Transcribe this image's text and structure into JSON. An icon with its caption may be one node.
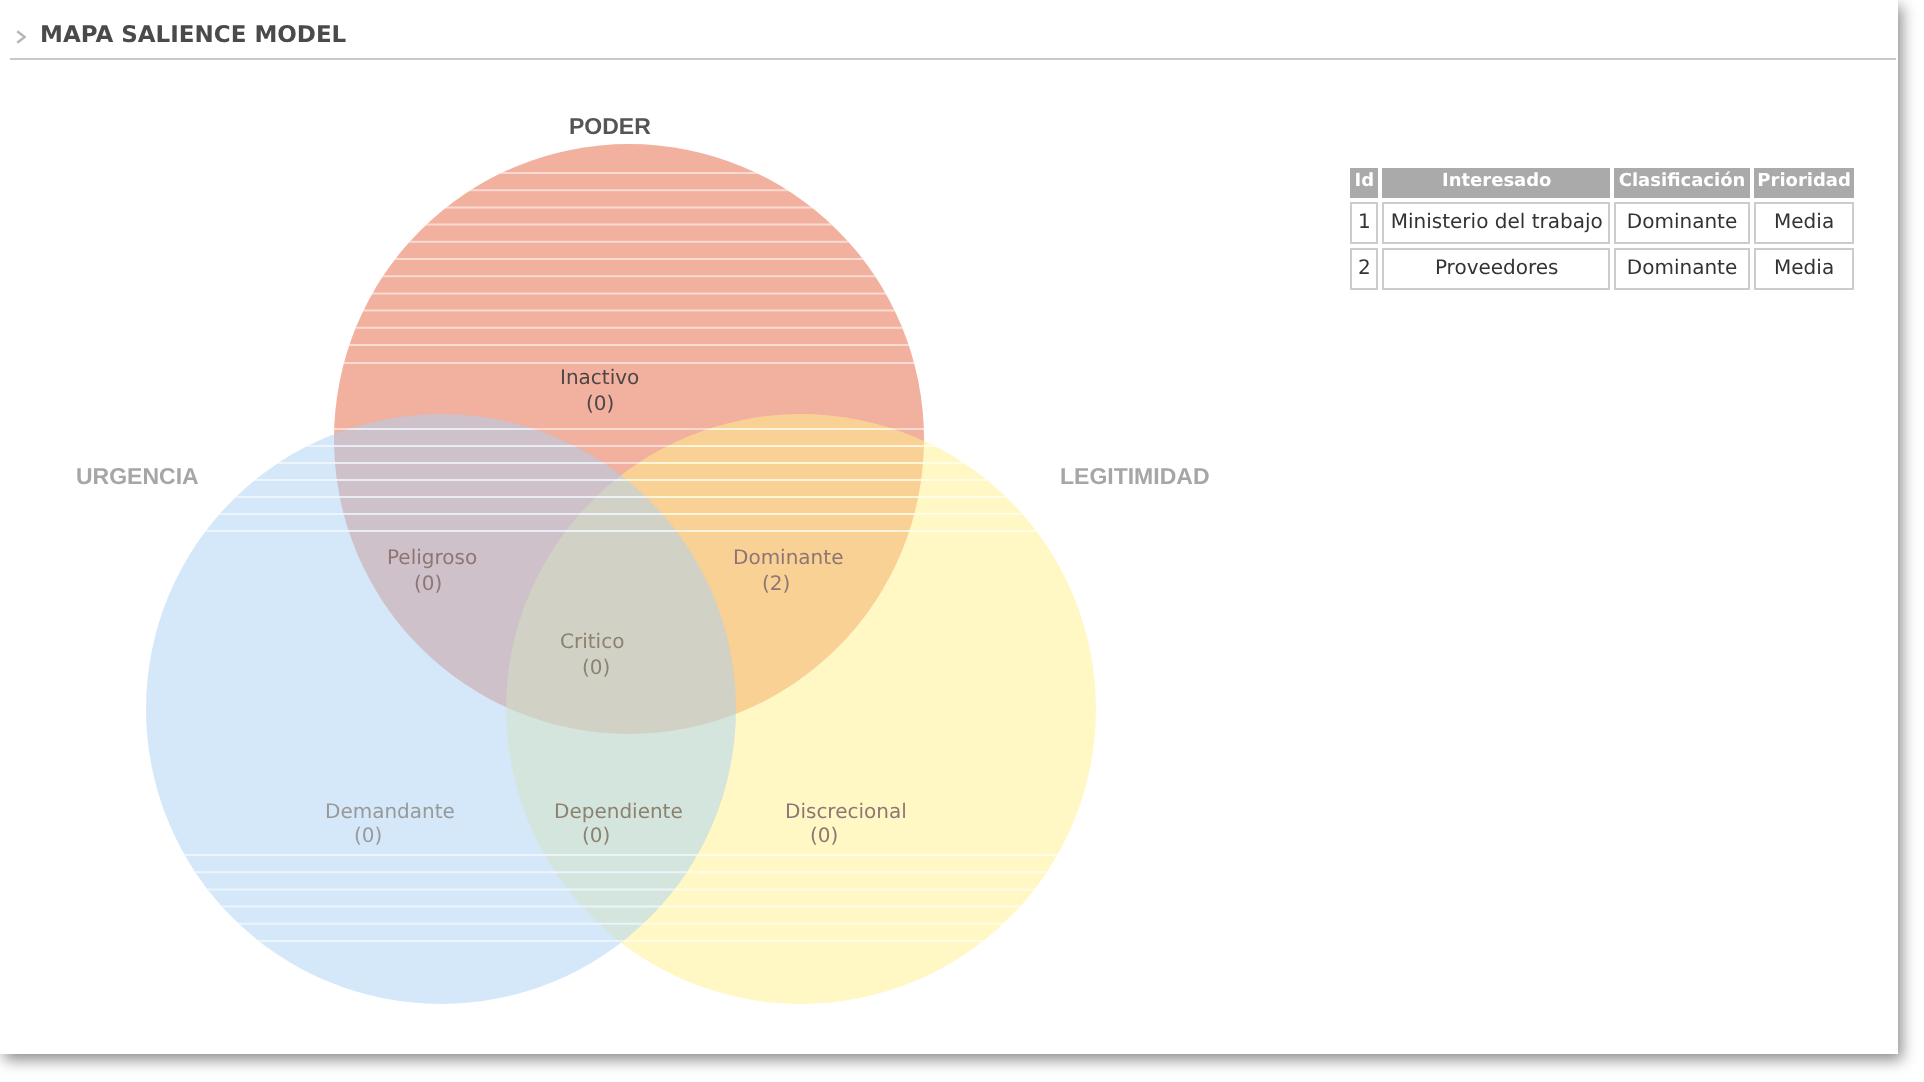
{
  "diagram": {
    "title": "MAPA SALIENCE MODEL",
    "nodes": [
      {
        "text": [
          "PODER"
        ]
      },
      {
        "text": [
          "URGENCIA"
        ]
      },
      {
        "text": [
          "LEGITIMIDAD"
        ]
      }
    ],
    "labels": [
      "Inactivo",
      "(0)",
      "Peligroso",
      "(0)",
      "Dominante",
      "(2)",
      "Critico",
      "(0)",
      "Demandante",
      "(0)",
      "Dependiente",
      "(0)",
      "Discrecional",
      "(0)",
      "Id",
      "Interesado",
      "Clasificación",
      "Prioridad",
      "1",
      "Ministerio del trabajo",
      "Dominante",
      "Media",
      "2",
      "Proveedores",
      "Dominante",
      "Media"
    ]
  }
}
